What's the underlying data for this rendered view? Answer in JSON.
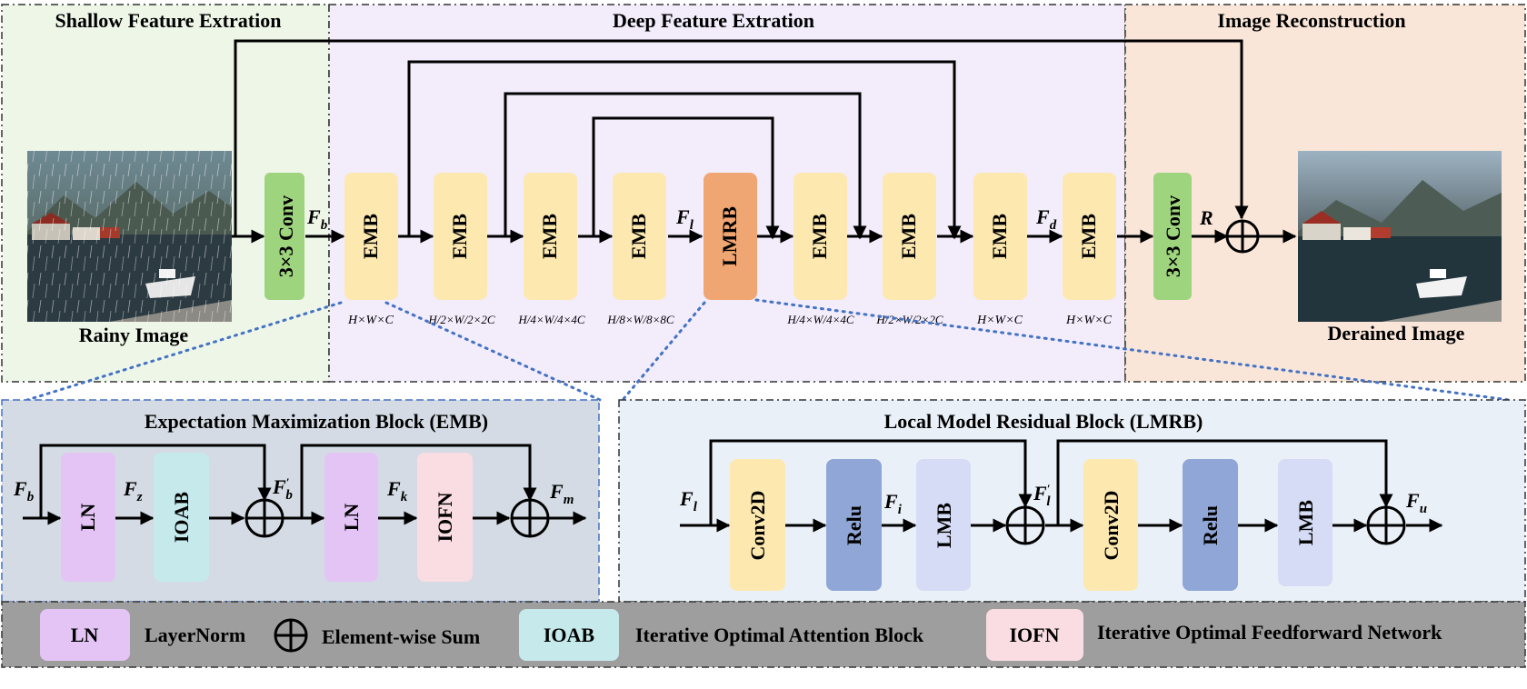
{
  "sections": {
    "shallow": "Shallow Feature Extration",
    "deep": "Deep Feature Extration",
    "recon": "Image Reconstruction"
  },
  "images": {
    "input": "Rainy Image",
    "output": "Derained Image"
  },
  "blocks": {
    "conv": "3×3 Conv",
    "emb": "EMB",
    "lmrb": "LMRB"
  },
  "vars": {
    "F": "F",
    "b": "b",
    "l": "l",
    "d": "d",
    "R": "R"
  },
  "dims": {
    "hwc": "H×W×C",
    "h2": "H/2×W/2×2C",
    "h4": "H/4×W/4×4C",
    "h8": "H/8×W/8×8C"
  },
  "emb_panel": {
    "title": "Expectation Maximization Block (EMB)",
    "ln": "LN",
    "ioab": "IOAB",
    "iofn": "IOFN",
    "fb": "b",
    "fz": "z",
    "fk": "k",
    "fm": "m"
  },
  "lmrb_panel": {
    "title": "Local Model Residual Block (LMRB)",
    "conv2d": "Conv2D",
    "relu": "Relu",
    "lmb": "LMB",
    "fl": "l",
    "fi": "i",
    "fu": "u"
  },
  "legend": {
    "ln": "LN",
    "ln_desc": "LayerNorm",
    "sum_desc": "Element-wise Sum",
    "ioab": "IOAB",
    "ioab_desc": "Iterative Optimal Attention Block",
    "iofn": "IOFN",
    "iofn_desc": "Iterative Optimal Feedforward Network"
  },
  "colors": {
    "shallow_bg": "#eef6e8",
    "deep_bg": "#f2ecfb",
    "recon_bg": "#f9e6d8",
    "emb_panel_bg": "#d4dbe4",
    "lmrb_panel_bg": "#eaf0f8",
    "legend_bg": "#9e9e9e",
    "emb_block": "#fde9b0",
    "lmrb_block": "#f0a673",
    "conv_block": "#9fd47f",
    "ln": "#e3c4f5",
    "ioab": "#c6e9ec",
    "iofn": "#f9dde2",
    "conv2d": "#fde9b0",
    "relu": "#8fa6d6",
    "lmb": "#d6dcf5",
    "dotted": "#4472c4"
  }
}
